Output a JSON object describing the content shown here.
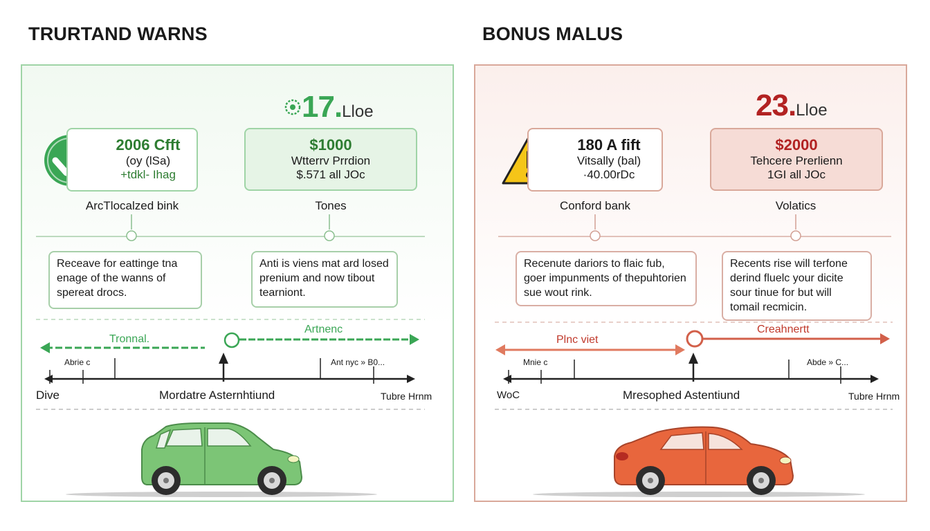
{
  "left": {
    "heading": "TRURTAND WARNS",
    "big_number": "17.",
    "big_suffix": "Lloe",
    "card1": {
      "line1": "2006 Cfft",
      "line2": "(oy (lSa)",
      "line3": "+tdkl- Ihag"
    },
    "card2": {
      "line1": "$1000",
      "line2": "Wtterrv Prrdion",
      "line3": "$.571 all JOc"
    },
    "label1": "ArcTlocalzed bink",
    "label2": "Tones",
    "text1": "Receave for eattinge tna enage of the wanns of spereat drocs.",
    "text2": "Anti is viens mat ard losed prenium and now tibout tearniont.",
    "arrow_label1": "Tronnal.",
    "arrow_label2": "Artnenc",
    "tick_label1": "Abrie c",
    "tick_label2": "Ant nyc » B0...",
    "axis_left": "Dive",
    "axis_center": "Mordatre Asternhtiund",
    "axis_right": "Tubre Hrnm",
    "colors": {
      "accent": "#3aa655",
      "car": "#7cc576",
      "border": "#9fd4a6"
    },
    "icons": [
      "check-icon",
      "coin-icon"
    ]
  },
  "right": {
    "heading": "BONUS MALUS",
    "big_number": "23.",
    "big_suffix": "Lloe",
    "card1": {
      "line1": "180 A fift",
      "line2": "Vitsally (bal)",
      "line3": "·40.00rDc"
    },
    "card2": {
      "line1": "$2000",
      "line2": "Tehcere Prerlienn",
      "line3": "1GI all JOc"
    },
    "label1": "Conford bank",
    "label2": "Volatics",
    "text1": "Recenute dariors to flaic fub, goer impunments of thepuhtorien sue wout rink.",
    "text2": "Recents rise will terfone derind fluelc your dicite sour tinue for but will tomail recmicin.",
    "arrow_label1": "Plnc viet",
    "arrow_label2": "Creahnertt",
    "tick_label1": "Mnie c",
    "tick_label2": "Abde » C...",
    "axis_left": "WoC",
    "axis_center": "Mresophed Astentiund",
    "axis_right": "Tubre Hrnm",
    "colors": {
      "accent": "#c0392b",
      "car": "#e8663d",
      "border": "#d9a89a"
    },
    "icons": [
      "warning-icon"
    ]
  }
}
